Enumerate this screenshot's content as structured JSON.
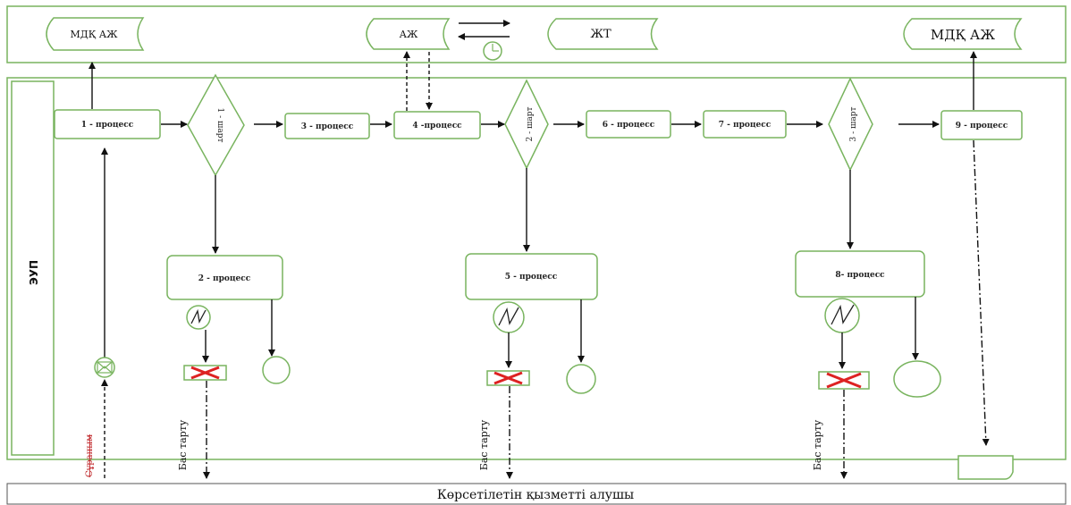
{
  "systems": {
    "mdk_aj_left": "МДҚ АЖ",
    "aj": "АЖ",
    "jt": "ЖТ",
    "mdk_aj_right": "МДҚ АЖ"
  },
  "lane_label": "ЭУП",
  "processes": {
    "p1": "1 - процесс",
    "p2": "2 - процесс",
    "p3": "3 - процесс",
    "p4": "4 -процесс",
    "p5": "5 - процесс",
    "p6": "6 - процесс",
    "p7": "7 - процесс",
    "p8": "8- процесс",
    "p9": "9 - процесс"
  },
  "conditions": {
    "c1": "1 - шарт",
    "c2": "2 - шарт",
    "c3": "3 - шарт"
  },
  "side_labels": {
    "request": "Сұраным",
    "refusal_1": "Бас тарту",
    "refusal_2": "Бас тарту",
    "refusal_3": "Бас тарту"
  },
  "footer": "Көрсетілетін қызметті алушы"
}
